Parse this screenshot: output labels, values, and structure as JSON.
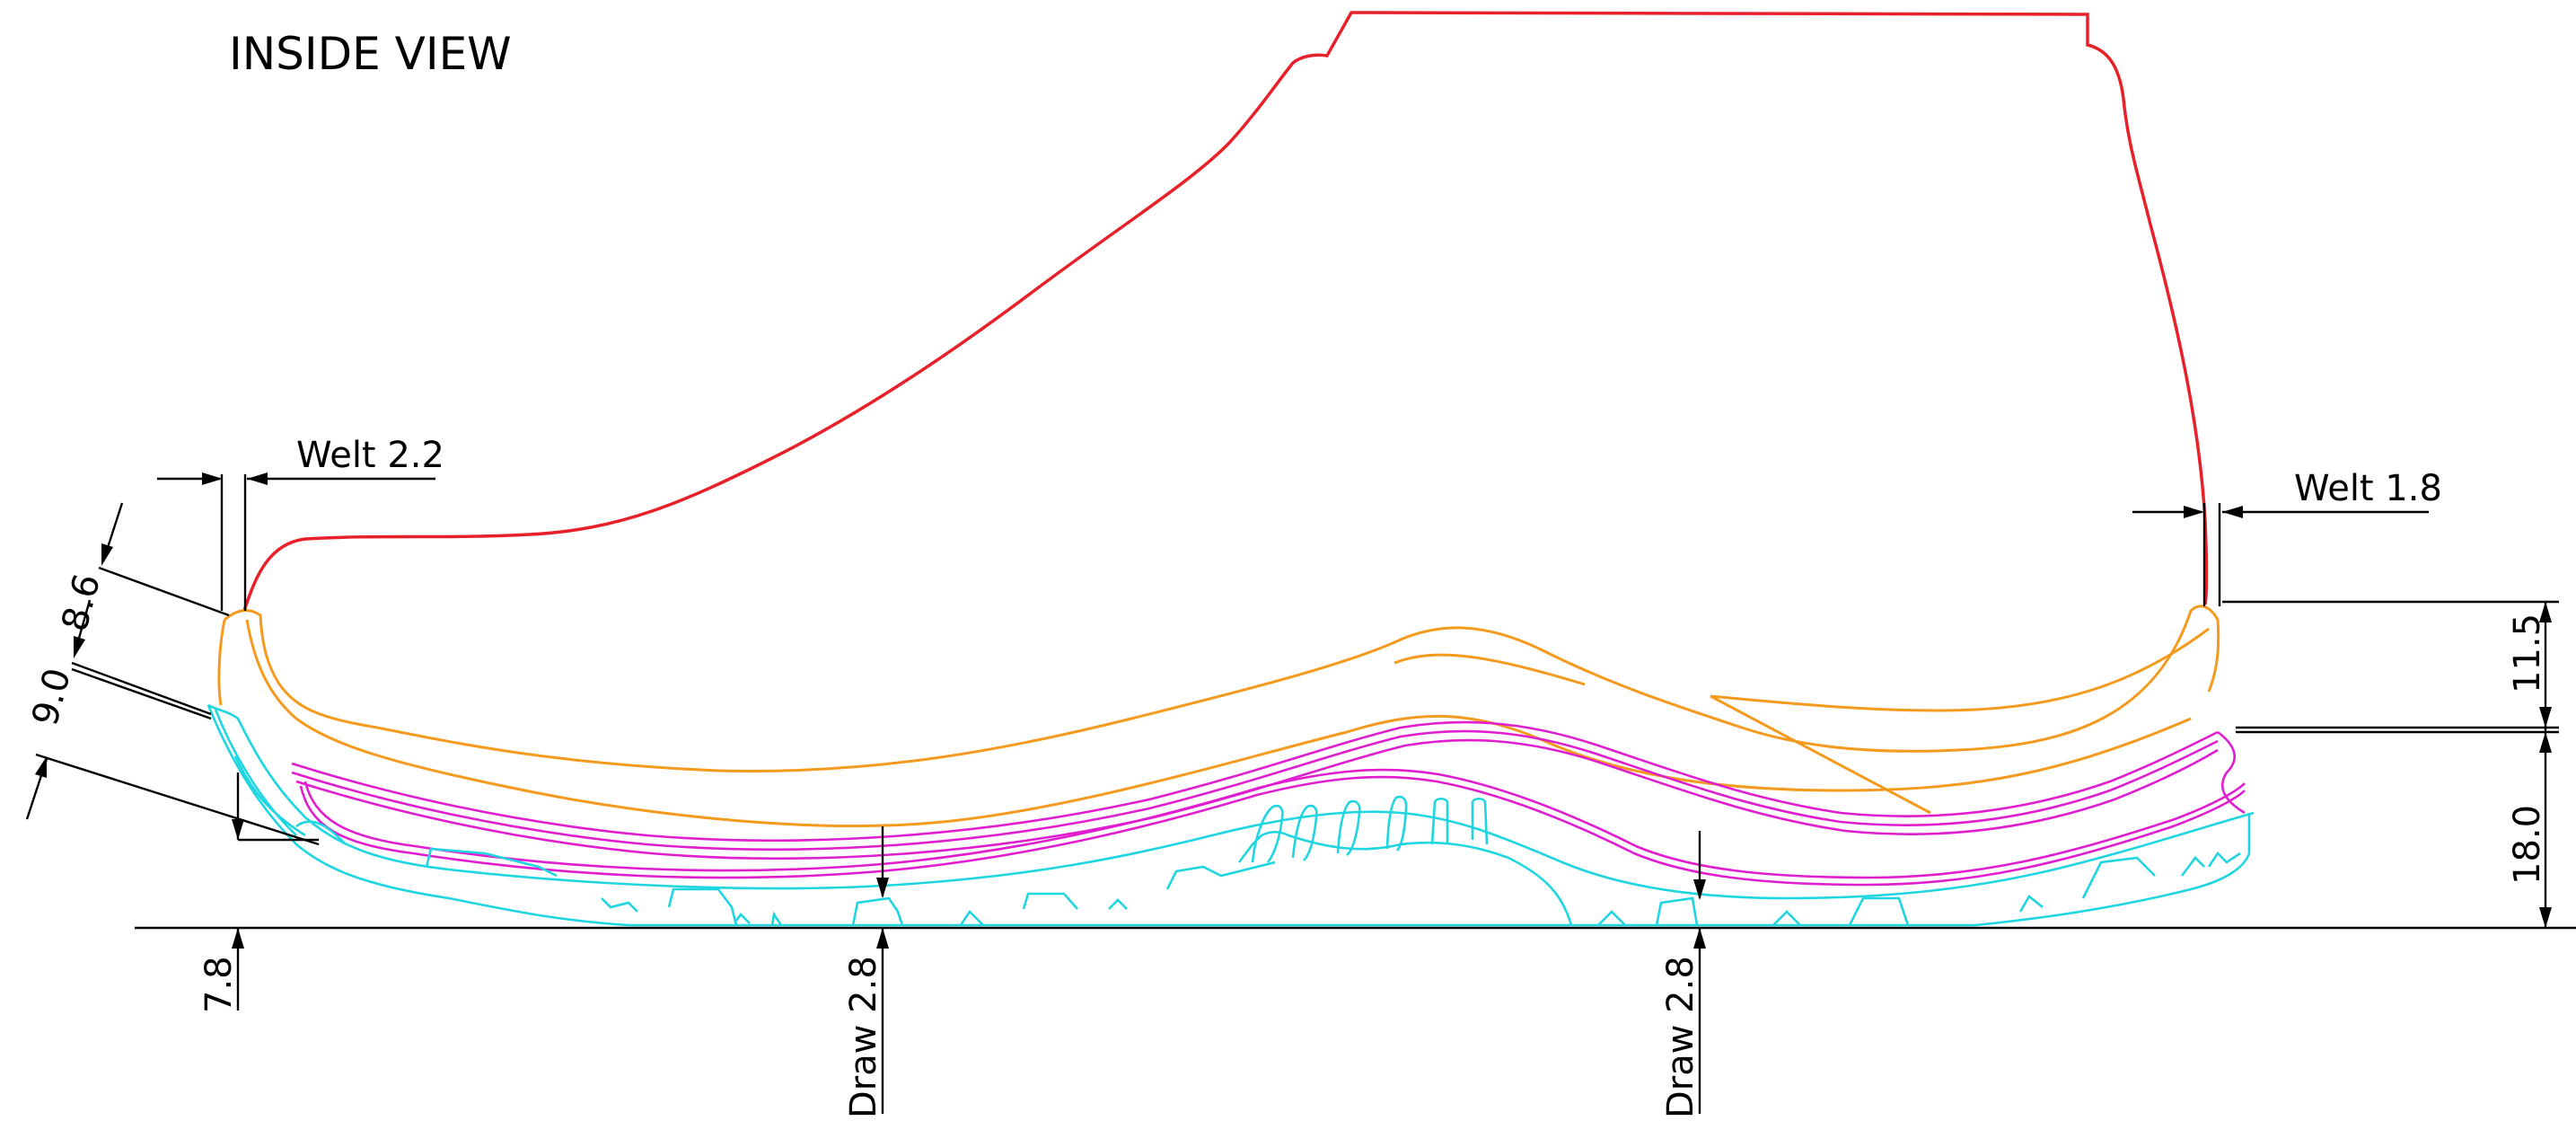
{
  "title": "INSIDE VIEW",
  "colors": {
    "upper": "#e8202a",
    "midsole": "#f49a1e",
    "insole": "#e01ed0",
    "outsole": "#1fd6e0",
    "dimension": "#000000"
  },
  "dimensions": {
    "welt_left": "Welt 2.2",
    "welt_right": "Welt 1.8",
    "toe_angle_upper": "8.6",
    "toe_angle_lower": "9.0",
    "toe_height": "7.8",
    "heel_upper": "11.5",
    "heel_lower": "18.0",
    "draw_front": "Draw 2.8",
    "draw_rear": "Draw 2.8"
  }
}
